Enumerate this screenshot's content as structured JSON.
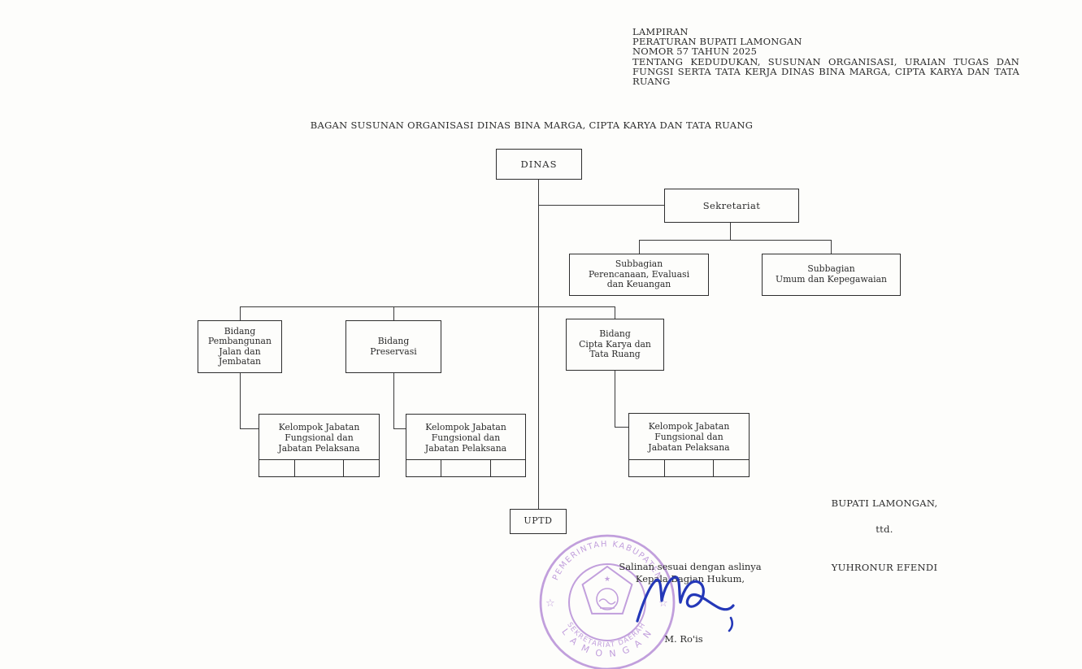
{
  "header": {
    "line1": "LAMPIRAN",
    "line2": "PERATURAN BUPATI LAMONGAN",
    "line3": "NOMOR 57 TAHUN 2025",
    "paragraph": "TENTANG KEDUDUKAN, SUSUNAN ORGANISASI, URAIAN TUGAS DAN FUNGSI SERTA TATA KERJA DINAS BINA MARGA, CIPTA KARYA DAN TATA RUANG"
  },
  "title": "BAGAN SUSUNAN ORGANISASI DINAS BINA MARGA, CIPTA KARYA DAN TATA RUANG",
  "org": {
    "dinas": {
      "label": "DINAS"
    },
    "sekretariat": {
      "label": "Sekretariat"
    },
    "subbag1": {
      "lines": [
        "Subbagian",
        "Perencanaan, Evaluasi",
        "dan Keuangan"
      ]
    },
    "subbag2": {
      "lines": [
        "Subbagian",
        "Umum dan Kepegawaian"
      ]
    },
    "bidang1": {
      "lines": [
        "Bidang",
        "Pembangunan",
        "Jalan dan",
        "Jembatan"
      ]
    },
    "bidang2": {
      "lines": [
        "Bidang",
        "Preservasi"
      ]
    },
    "bidang3": {
      "lines": [
        "Bidang",
        "Cipta Karya dan",
        "Tata Ruang"
      ]
    },
    "kelompok1": {
      "lines": [
        "Kelompok Jabatan",
        "Fungsional dan",
        "Jabatan Pelaksana"
      ]
    },
    "kelompok2": {
      "lines": [
        "Kelompok Jabatan",
        "Fungsional dan",
        "Jabatan Pelaksana"
      ]
    },
    "kelompok3": {
      "lines": [
        "Kelompok Jabatan",
        "Fungsional dan",
        "Jabatan Pelaksana"
      ]
    },
    "uptd": {
      "label": "UPTD"
    }
  },
  "approval": {
    "title": "BUPATI LAMONGAN,",
    "ttd": "ttd.",
    "name": "YUHRONUR EFENDI"
  },
  "certified_copy": {
    "line1": "Salinan sesuai dengan aslinya",
    "line2": "Kepala Bagian Hukum,",
    "name": "M. Ro'is"
  },
  "stamp": {
    "arc_top": "PEMERINTAH KABUPATEN",
    "arc_bottom": "L A M O N G A N",
    "inner_arc": "SEKRETARIAT DAERAH",
    "star": "☆",
    "emblem_star": "★"
  },
  "colors": {
    "line": "#3a3a3a",
    "stamp": "#b58bd6",
    "signature": "#2438b8",
    "paper": "#fdfdfb"
  }
}
